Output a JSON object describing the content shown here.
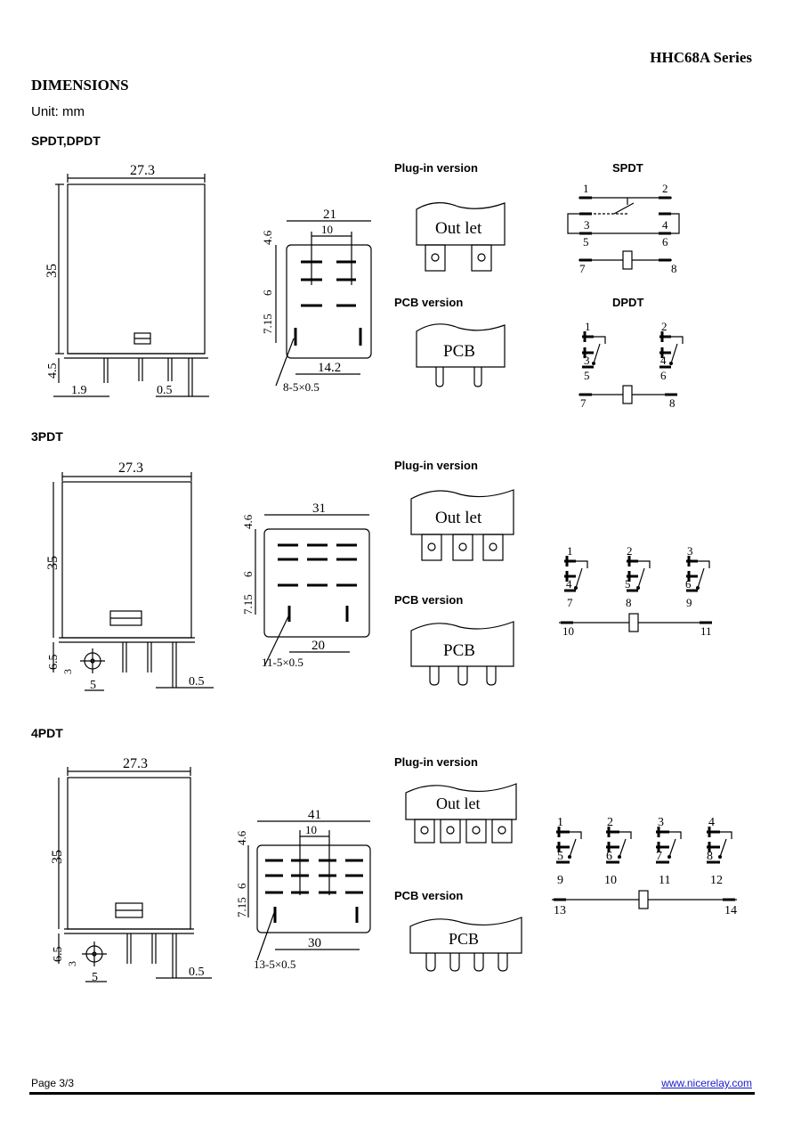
{
  "header": {
    "series": "HHC68A Series",
    "section_title": "DIMENSIONS",
    "unit": "Unit: mm"
  },
  "sections": {
    "spdt_dpdt": "SPDT,DPDT",
    "three_pdt": "3PDT",
    "four_pdt": "4PDT"
  },
  "labels": {
    "plugin": "Plug-in version",
    "pcb": "PCB version",
    "spdt": "SPDT",
    "dpdt": "DPDT",
    "outlet_text": "Out let",
    "pcb_text": "PCB"
  },
  "dims": {
    "width": "27.3",
    "height": "35",
    "pin1": "4.5",
    "pin1b": "1.9",
    "pin_t": "0.5",
    "pin3": "6.5",
    "pin3b": "3",
    "pin3c": "5",
    "spdt_w": "21",
    "spdt_p": "10",
    "spdt_r1": "4.6",
    "spdt_r2": "6",
    "spdt_r3": "7.15",
    "spdt_bot": "14.2",
    "spdt_holes": "8-5×0.5",
    "p3_w": "31",
    "p3_bot": "20",
    "p3_holes": "11-5×0.5",
    "p4_w": "41",
    "p4_p": "10",
    "p4_bot": "30",
    "p4_holes": "13-5×0.5"
  },
  "terminals": {
    "spdt": [
      "1",
      "2",
      "3",
      "4",
      "5",
      "6",
      "7",
      "8"
    ],
    "dpdt": [
      "1",
      "2",
      "3",
      "4",
      "5",
      "6",
      "7",
      "8"
    ],
    "three_pdt": [
      "1",
      "2",
      "3",
      "4",
      "5",
      "6",
      "7",
      "8",
      "9",
      "10",
      "11"
    ],
    "four_pdt": [
      "1",
      "2",
      "3",
      "4",
      "5",
      "6",
      "7",
      "8",
      "9",
      "10",
      "11",
      "12",
      "13",
      "14"
    ]
  },
  "footer": {
    "page": "Page 3/3",
    "website": "www.nicerelay.com"
  }
}
